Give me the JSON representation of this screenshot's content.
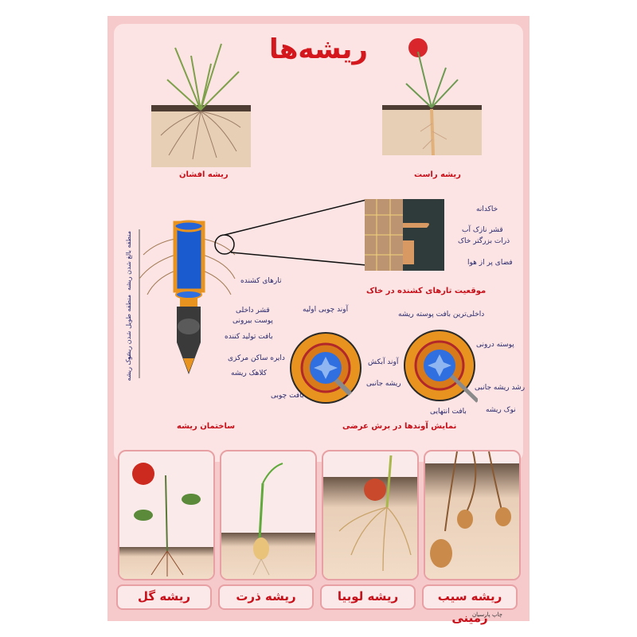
{
  "title": "ریشه‌ها",
  "top": {
    "fibrous_label": "ریشه افشان",
    "taproot_label": "ریشه راست"
  },
  "soil_callouts": {
    "heading": "موقعیت تارهای کشنده در خاک",
    "labels": [
      "خاکدانه",
      "قشر نازک آب",
      "ذرات بزرگتر خاک",
      "فضای پر از هوا"
    ]
  },
  "structure": {
    "heading": "ساختمان ریشه",
    "labels": [
      "تارهای کشنده",
      "قشر داخلی",
      "پوست بیرونی",
      "بافت تولید کننده",
      "دایره ساکن مرکزی",
      "کلاهک ریشه"
    ],
    "zones": [
      "منطقه بالغ شدن ریشه",
      "منطقه طویل شدن ریشه",
      "نوک ریشه"
    ]
  },
  "cross_section": {
    "heading": "نمایش آوندها در برش عرضی",
    "left_labels": [
      "آوند چوبی اولیه",
      "آوند آبکش",
      "ریشه جانبی",
      "بافت چوبی"
    ],
    "right_labels": [
      "داخلی‌ترین بافت پوسته ریشه",
      "پوسته درونی",
      "رشد ریشه جانبی",
      "بافت انتهایی",
      "نوک ریشه"
    ]
  },
  "bottom_captions": [
    "ریشه گل",
    "ریشه ذرت",
    "ریشه لوبیا",
    "ریشه سیب زمینی"
  ],
  "publisher": "چاپ پارسیان",
  "colors": {
    "title": "#d4161d",
    "label": "#2b2a6e",
    "panel_border": "#e7a1a5"
  }
}
